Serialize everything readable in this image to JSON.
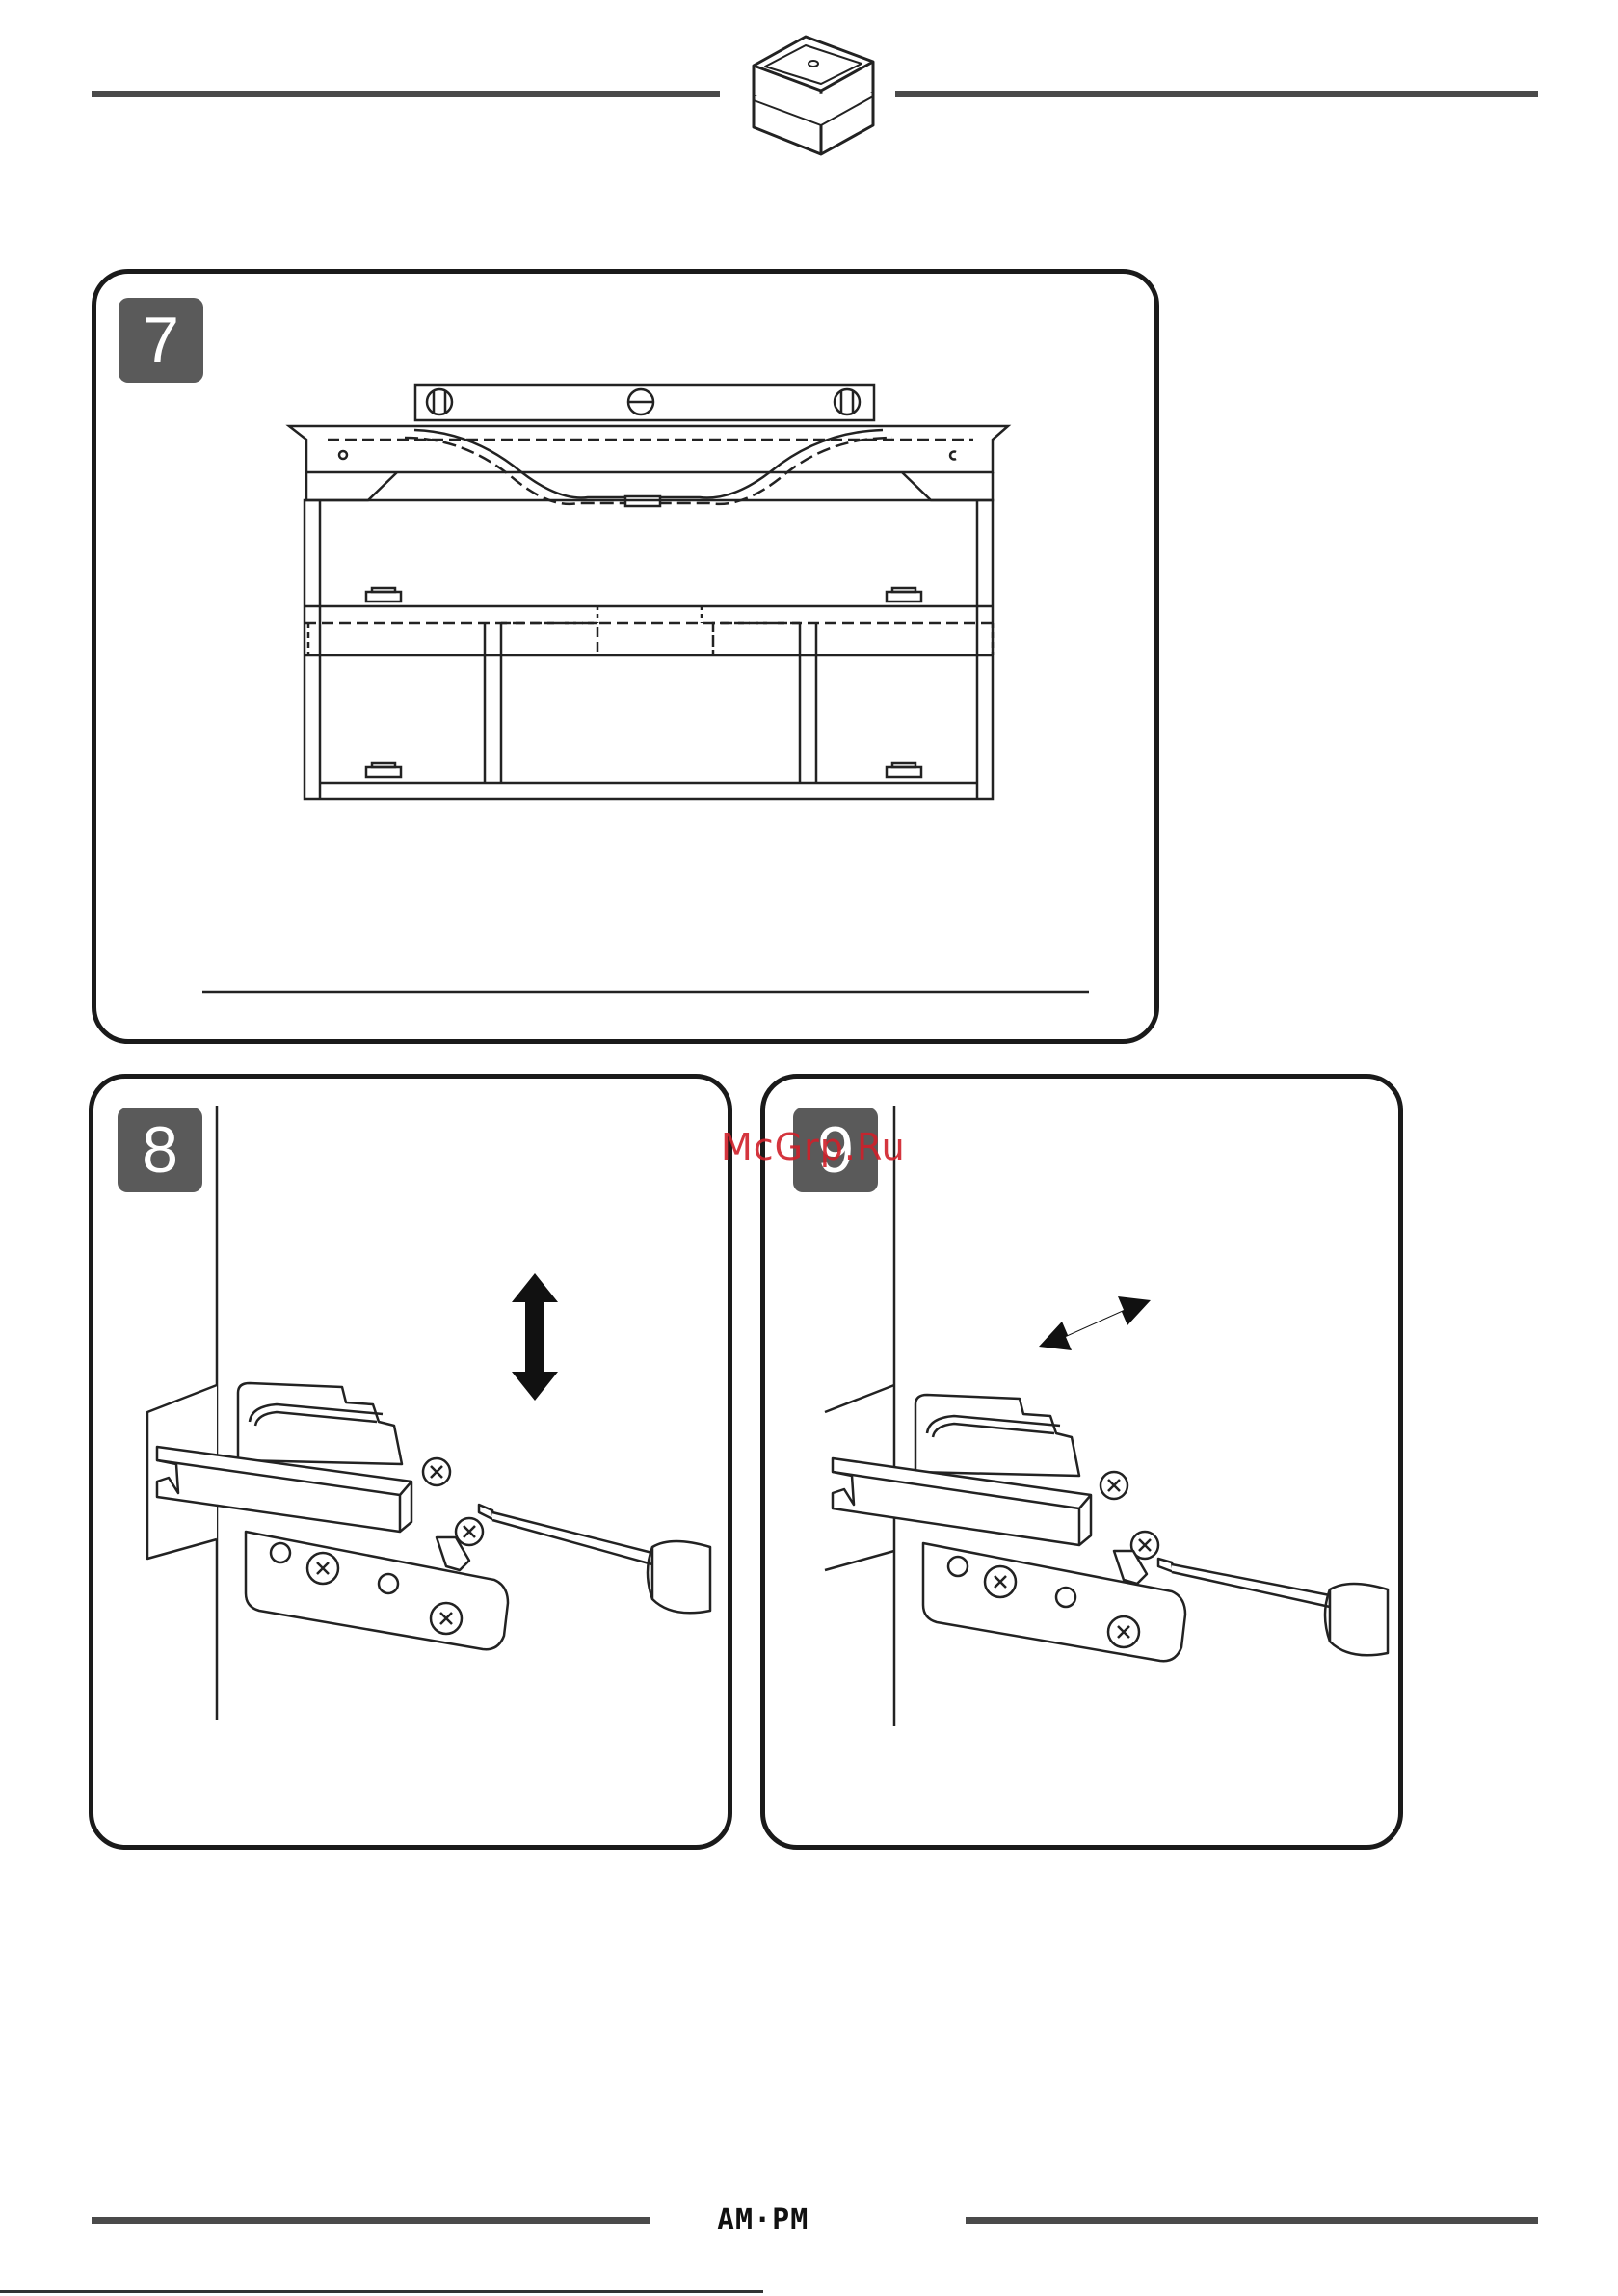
{
  "header": {
    "icon": "vanity-cabinet-icon"
  },
  "steps": [
    {
      "number": "7",
      "illustration": "level-on-cabinet-top"
    },
    {
      "number": "8",
      "illustration": "hinge-vertical-adjust",
      "arrow": "vertical-double-arrow"
    },
    {
      "number": "9",
      "illustration": "hinge-depth-adjust",
      "arrow": "diagonal-double-arrow"
    }
  ],
  "watermark": "McGrp.Ru",
  "footer": {
    "brand": "AM·PM"
  },
  "colors": {
    "badge": "#5a5a5a",
    "rule": "#4a4a4a",
    "watermark": "#d0202a",
    "outline": "#1a1a1a"
  }
}
